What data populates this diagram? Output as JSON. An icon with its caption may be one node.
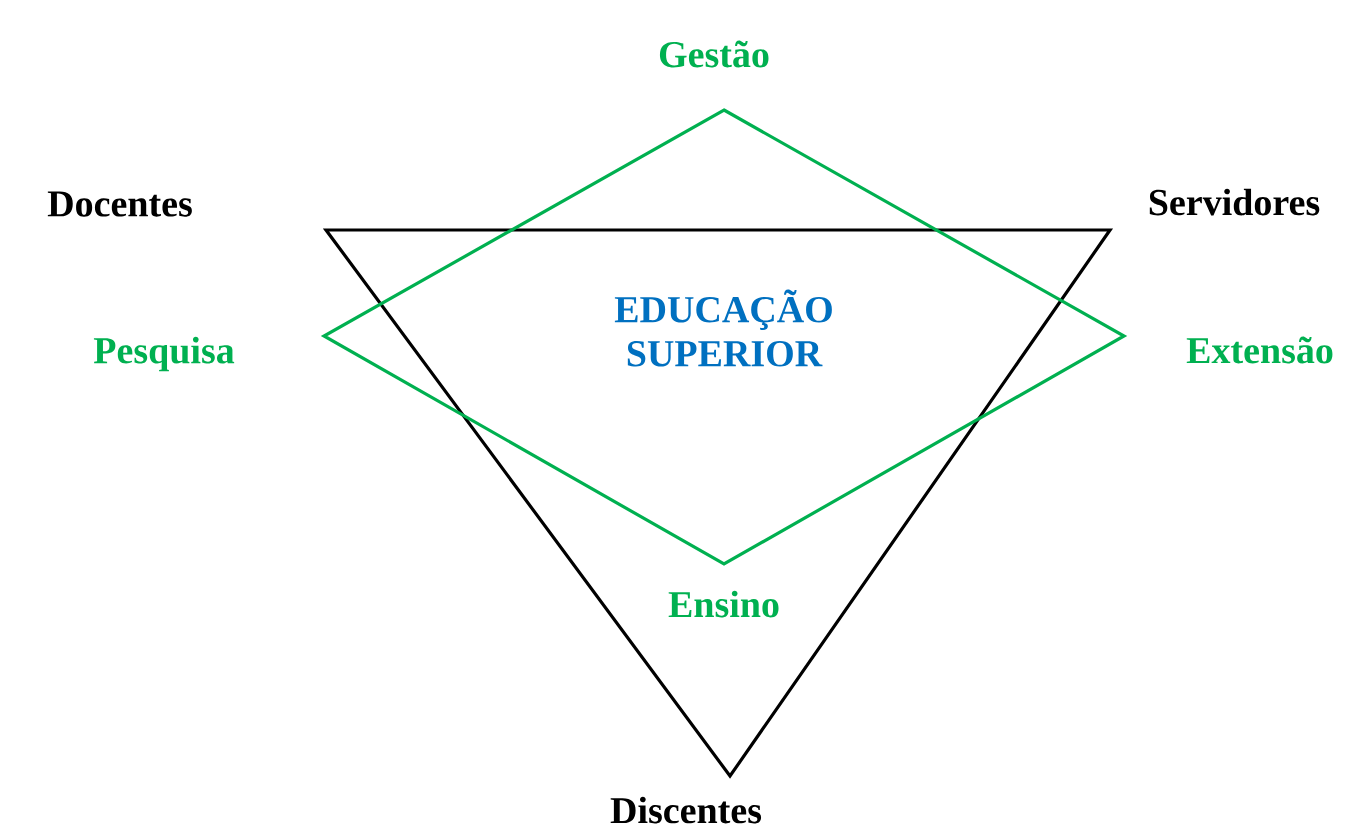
{
  "diagram": {
    "nodes": [
      {
        "text": [],
        "shape": "triangle",
        "beside": [
          "Docentes",
          "Servidores",
          "Discentes"
        ]
      },
      {
        "text": [
          "EDUCAÇÃO SUPERIOR"
        ],
        "beside": [
          "Gestão",
          "Pesquisa",
          "Extensão"
        ]
      }
    ],
    "labels": [
      "Ensino"
    ]
  }
}
